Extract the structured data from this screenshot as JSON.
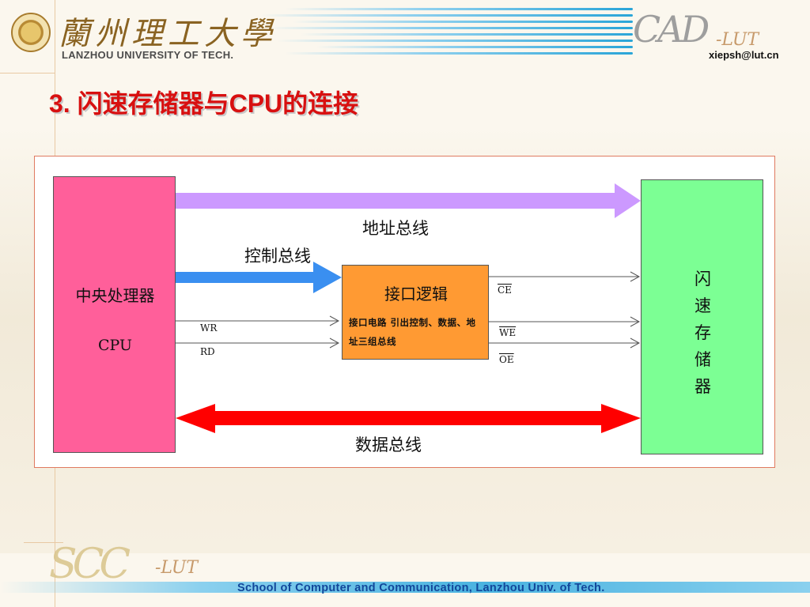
{
  "header": {
    "university_cn": "蘭州理工大學",
    "university_en": "LANZHOU UNIVERSITY OF TECH.",
    "lab_logo": "CAD",
    "lab_logo_sub": "-LUT",
    "email": "xiepsh@lut.cn"
  },
  "slide": {
    "title": "3. 闪速存储器与CPU的连接"
  },
  "diagram": {
    "cpu": {
      "name": "中央处理器",
      "abbr": "CPU",
      "color": "#ff5f9a"
    },
    "flash": {
      "name": "闪速存储器",
      "color": "#7cff94"
    },
    "interface": {
      "title": "接口逻辑",
      "desc": "接口电路 引出控制、数据、地址三组总线",
      "color": "#ff9a33"
    },
    "buses": {
      "address": {
        "label": "地址总线",
        "color": "#cc99ff"
      },
      "control": {
        "label": "控制总线",
        "color": "#3399ff"
      },
      "data": {
        "label": "数据总线",
        "color": "#ff0000"
      }
    },
    "signals": {
      "wr": "WR",
      "rd": "RD",
      "ce": "CE",
      "we": "WE",
      "oe": "OE"
    }
  },
  "footer": {
    "logo": "SCC",
    "logo_sub": "-LUT",
    "school": "School of Computer and Communication, Lanzhou Univ. of Tech."
  }
}
